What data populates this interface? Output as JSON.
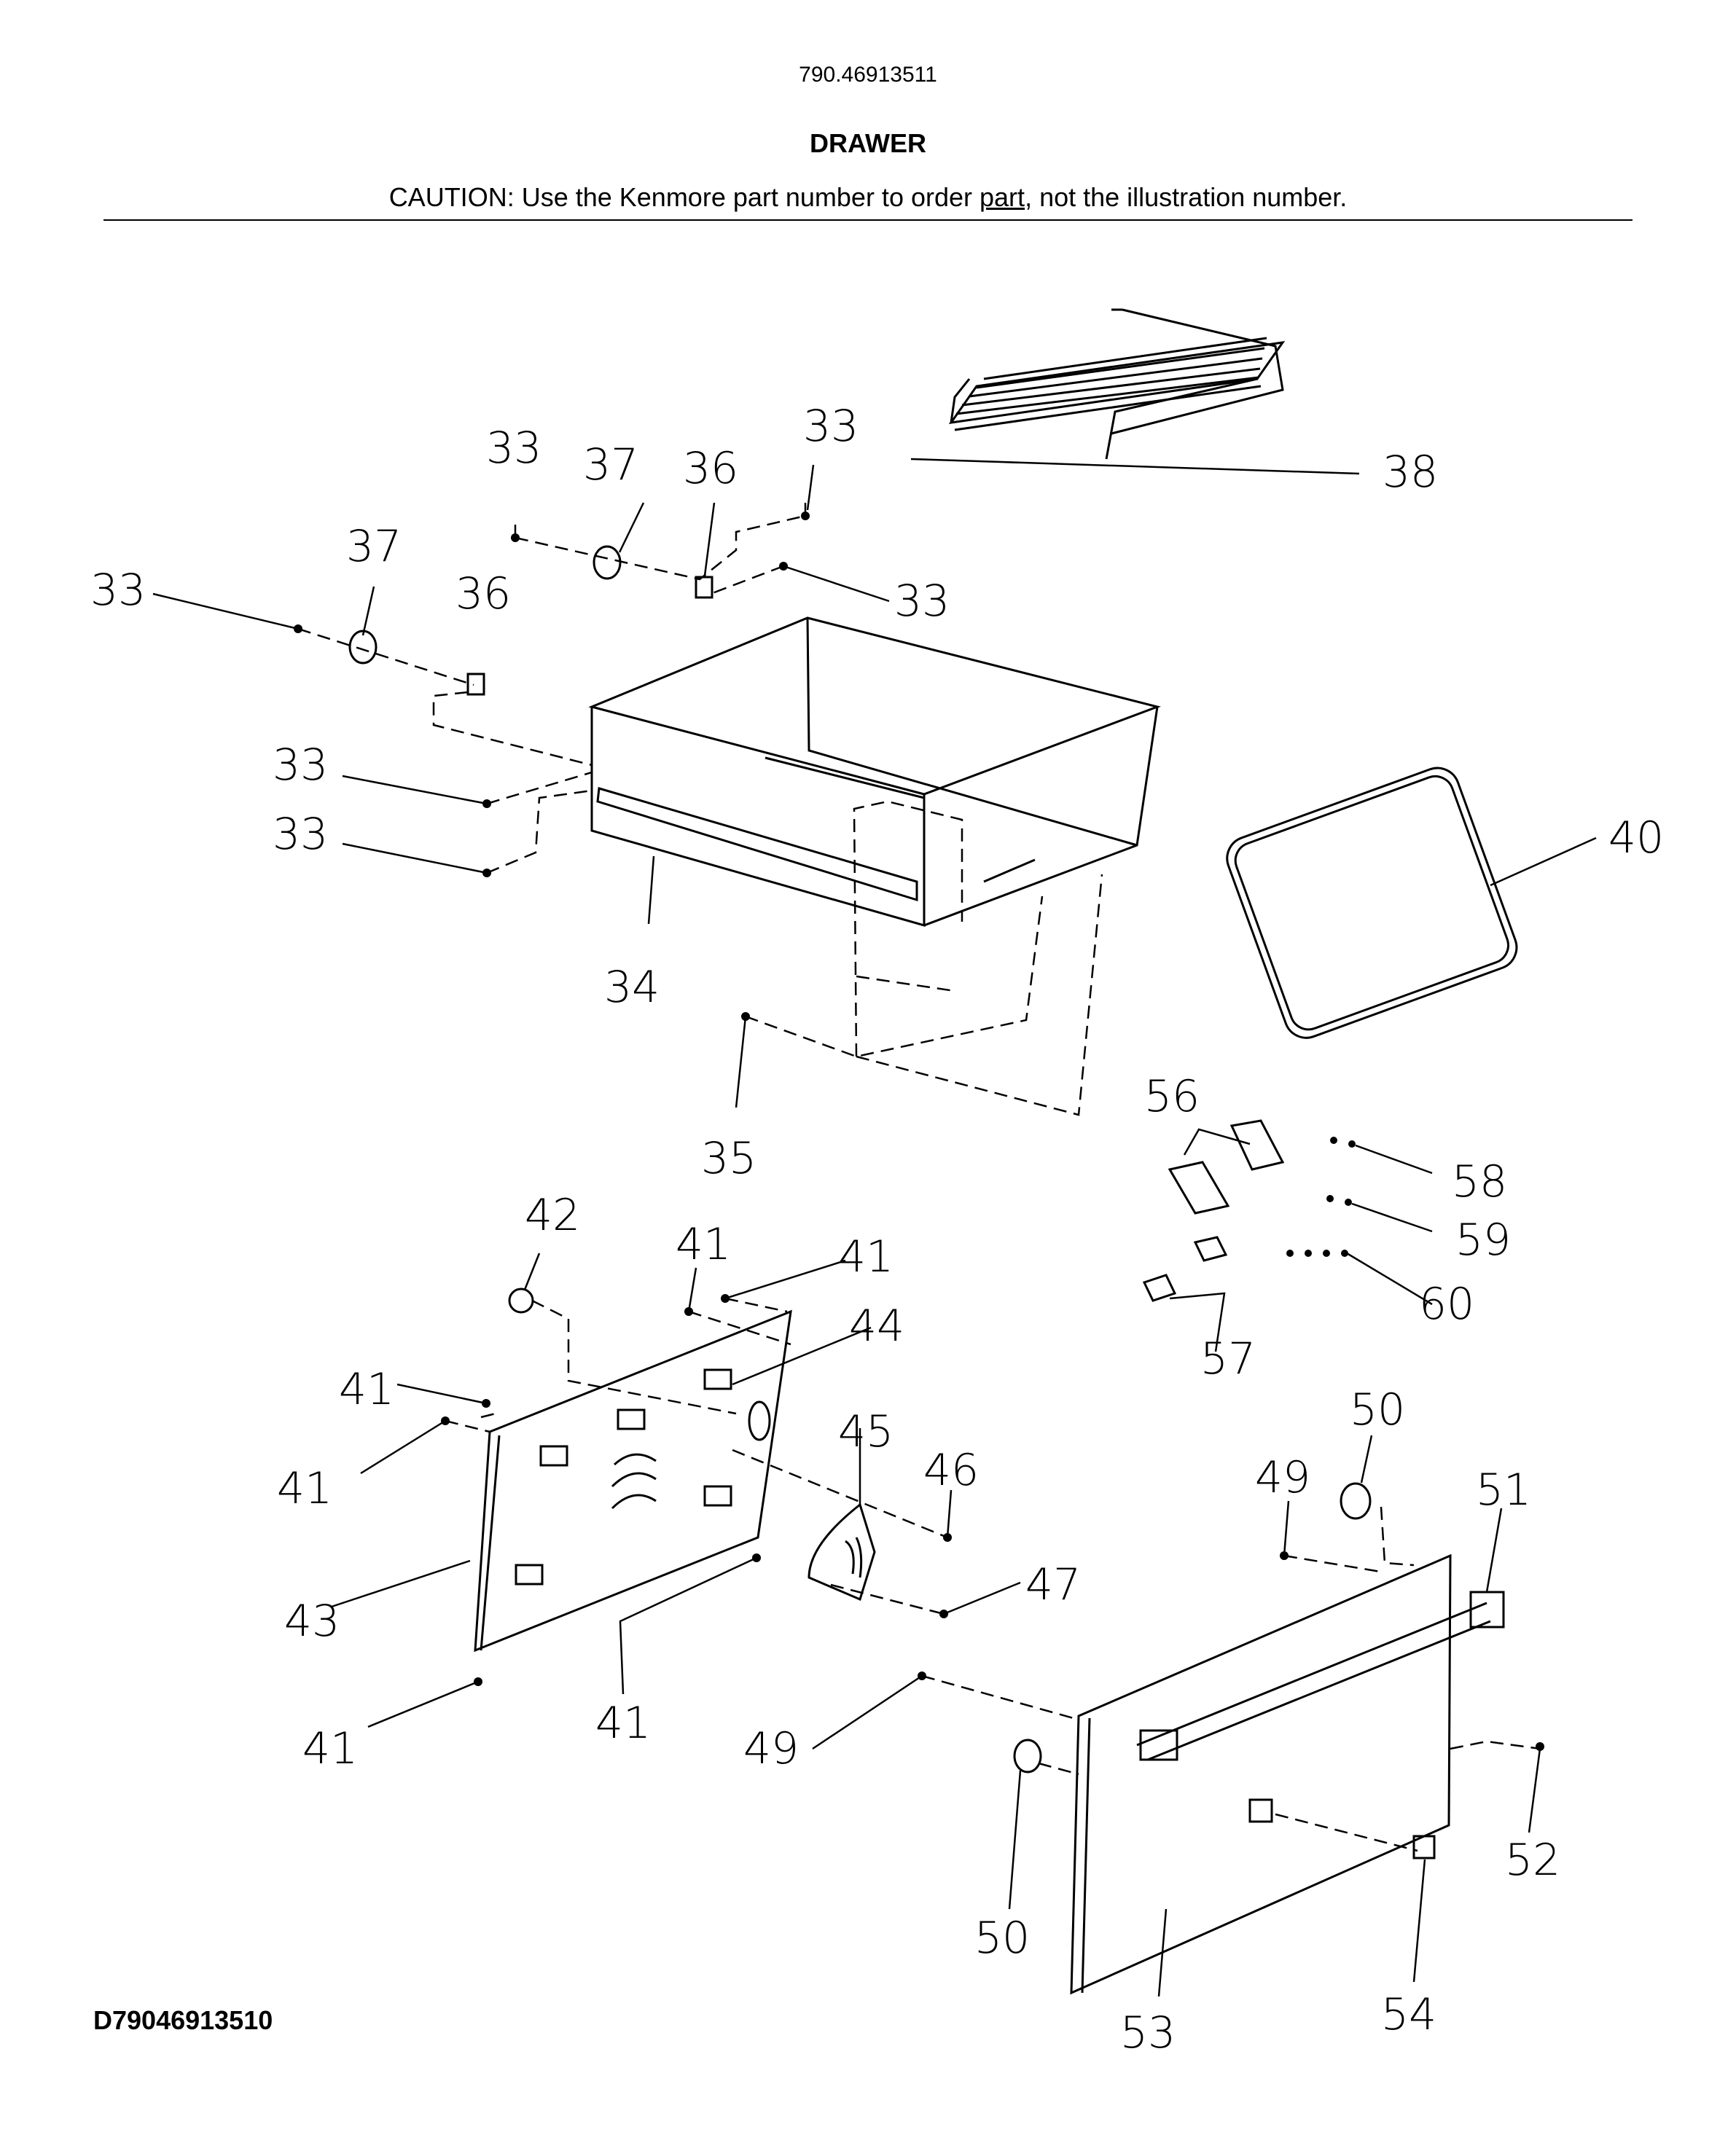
{
  "header": {
    "model_number": "790.46913511",
    "section_title": "DRAWER",
    "caution_before": "CAUTION: Use the Kenmore part number to order ",
    "caution_link": "part",
    "caution_after": ", not the illustration number."
  },
  "footer": {
    "diagram_id": "D79046913510"
  },
  "callouts": {
    "c33a": "33",
    "c37a": "37",
    "c36a": "36",
    "c33b": "33",
    "c33c": "33",
    "c33d": "33",
    "c37b": "37",
    "c36b": "36",
    "c33e": "33",
    "c33f": "33",
    "c38": "38",
    "c34": "34",
    "c35": "35",
    "c40": "40",
    "c56": "56",
    "c58": "58",
    "c59": "59",
    "c60": "60",
    "c57": "57",
    "c42": "42",
    "c41a": "41",
    "c41b": "41",
    "c44": "44",
    "c41c": "41",
    "c41d": "41",
    "c45": "45",
    "c46": "46",
    "c43": "43",
    "c47": "47",
    "c41e": "41",
    "c41f": "41",
    "c49a": "49",
    "c50a": "50",
    "c51": "51",
    "c49b": "49",
    "c50b": "50",
    "c52": "52",
    "c53": "53",
    "c54": "54"
  }
}
